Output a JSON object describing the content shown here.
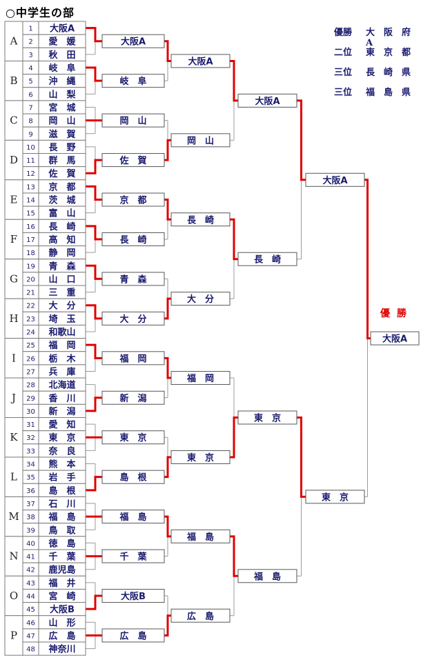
{
  "title": "○中学生の部",
  "results": [
    {
      "label": "優勝",
      "name": "大阪府A"
    },
    {
      "label": "二位",
      "name": "東京都"
    },
    {
      "label": "三位",
      "name": "長崎県"
    },
    {
      "label": "三位",
      "name": "福島県"
    }
  ],
  "champion_label": "優勝",
  "groups": [
    "A",
    "B",
    "C",
    "D",
    "E",
    "F",
    "G",
    "H",
    "I",
    "J",
    "K",
    "L",
    "M",
    "N",
    "O",
    "P"
  ],
  "teams": [
    {
      "n": "1",
      "name": "大阪A"
    },
    {
      "n": "2",
      "name": "愛　媛"
    },
    {
      "n": "3",
      "name": "秋　田"
    },
    {
      "n": "4",
      "name": "岐　阜"
    },
    {
      "n": "5",
      "name": "沖　縄"
    },
    {
      "n": "6",
      "name": "山　梨"
    },
    {
      "n": "7",
      "name": "宮　城"
    },
    {
      "n": "8",
      "name": "岡　山"
    },
    {
      "n": "9",
      "name": "滋　賀"
    },
    {
      "n": "10",
      "name": "長　野"
    },
    {
      "n": "11",
      "name": "群　馬"
    },
    {
      "n": "12",
      "name": "佐　賀"
    },
    {
      "n": "13",
      "name": "京　都"
    },
    {
      "n": "14",
      "name": "茨　城"
    },
    {
      "n": "15",
      "name": "富　山"
    },
    {
      "n": "16",
      "name": "長　崎"
    },
    {
      "n": "17",
      "name": "高　知"
    },
    {
      "n": "18",
      "name": "静　岡"
    },
    {
      "n": "19",
      "name": "青　森"
    },
    {
      "n": "20",
      "name": "山　口"
    },
    {
      "n": "21",
      "name": "三　重"
    },
    {
      "n": "22",
      "name": "大　分"
    },
    {
      "n": "23",
      "name": "埼　玉"
    },
    {
      "n": "24",
      "name": "和歌山"
    },
    {
      "n": "25",
      "name": "福　岡"
    },
    {
      "n": "26",
      "name": "栃　木"
    },
    {
      "n": "27",
      "name": "兵　庫"
    },
    {
      "n": "28",
      "name": "北海道"
    },
    {
      "n": "29",
      "name": "香　川"
    },
    {
      "n": "30",
      "name": "新　潟"
    },
    {
      "n": "31",
      "name": "愛　知"
    },
    {
      "n": "32",
      "name": "東　京"
    },
    {
      "n": "33",
      "name": "奈　良"
    },
    {
      "n": "34",
      "name": "熊　本"
    },
    {
      "n": "35",
      "name": "岩　手"
    },
    {
      "n": "36",
      "name": "島　根"
    },
    {
      "n": "37",
      "name": "石　川"
    },
    {
      "n": "38",
      "name": "福　島"
    },
    {
      "n": "39",
      "name": "鳥　取"
    },
    {
      "n": "40",
      "name": "徳　島"
    },
    {
      "n": "41",
      "name": "千　葉"
    },
    {
      "n": "42",
      "name": "鹿児島"
    },
    {
      "n": "43",
      "name": "福　井"
    },
    {
      "n": "44",
      "name": "宮　崎"
    },
    {
      "n": "45",
      "name": "大阪B"
    },
    {
      "n": "46",
      "name": "山　形"
    },
    {
      "n": "47",
      "name": "広　島"
    },
    {
      "n": "48",
      "name": "神奈川"
    }
  ],
  "group_winner_seeds": [
    1,
    4,
    8,
    12,
    13,
    16,
    19,
    22,
    25,
    30,
    32,
    36,
    38,
    41,
    45,
    47
  ],
  "rounds": [
    [
      "大阪A",
      "岐　阜",
      "岡　山",
      "佐　賀",
      "京　都",
      "長　崎",
      "青　森",
      "大　分",
      "福　岡",
      "新　潟",
      "東　京",
      "島　根",
      "福　島",
      "千　葉",
      "大阪B",
      "広　島"
    ],
    [
      "大阪A",
      "岡　山",
      "長　崎",
      "大　分",
      "福　岡",
      "東　京",
      "福　島",
      "広　島"
    ],
    [
      "大阪A",
      "長　崎",
      "東　京",
      "福　島"
    ],
    [
      "大阪A",
      "東　京"
    ],
    [
      "大阪A"
    ]
  ],
  "round_winners": [
    [
      0,
      3,
      4,
      7,
      8,
      11,
      12,
      15
    ],
    [
      0,
      2,
      5,
      6
    ],
    [
      0,
      2
    ],
    [
      0
    ]
  ],
  "colors": {
    "winner_line": "#e00000",
    "line": "#9a9a9a",
    "team_text": "#1a1a6e",
    "champion_label": "#e00000"
  }
}
